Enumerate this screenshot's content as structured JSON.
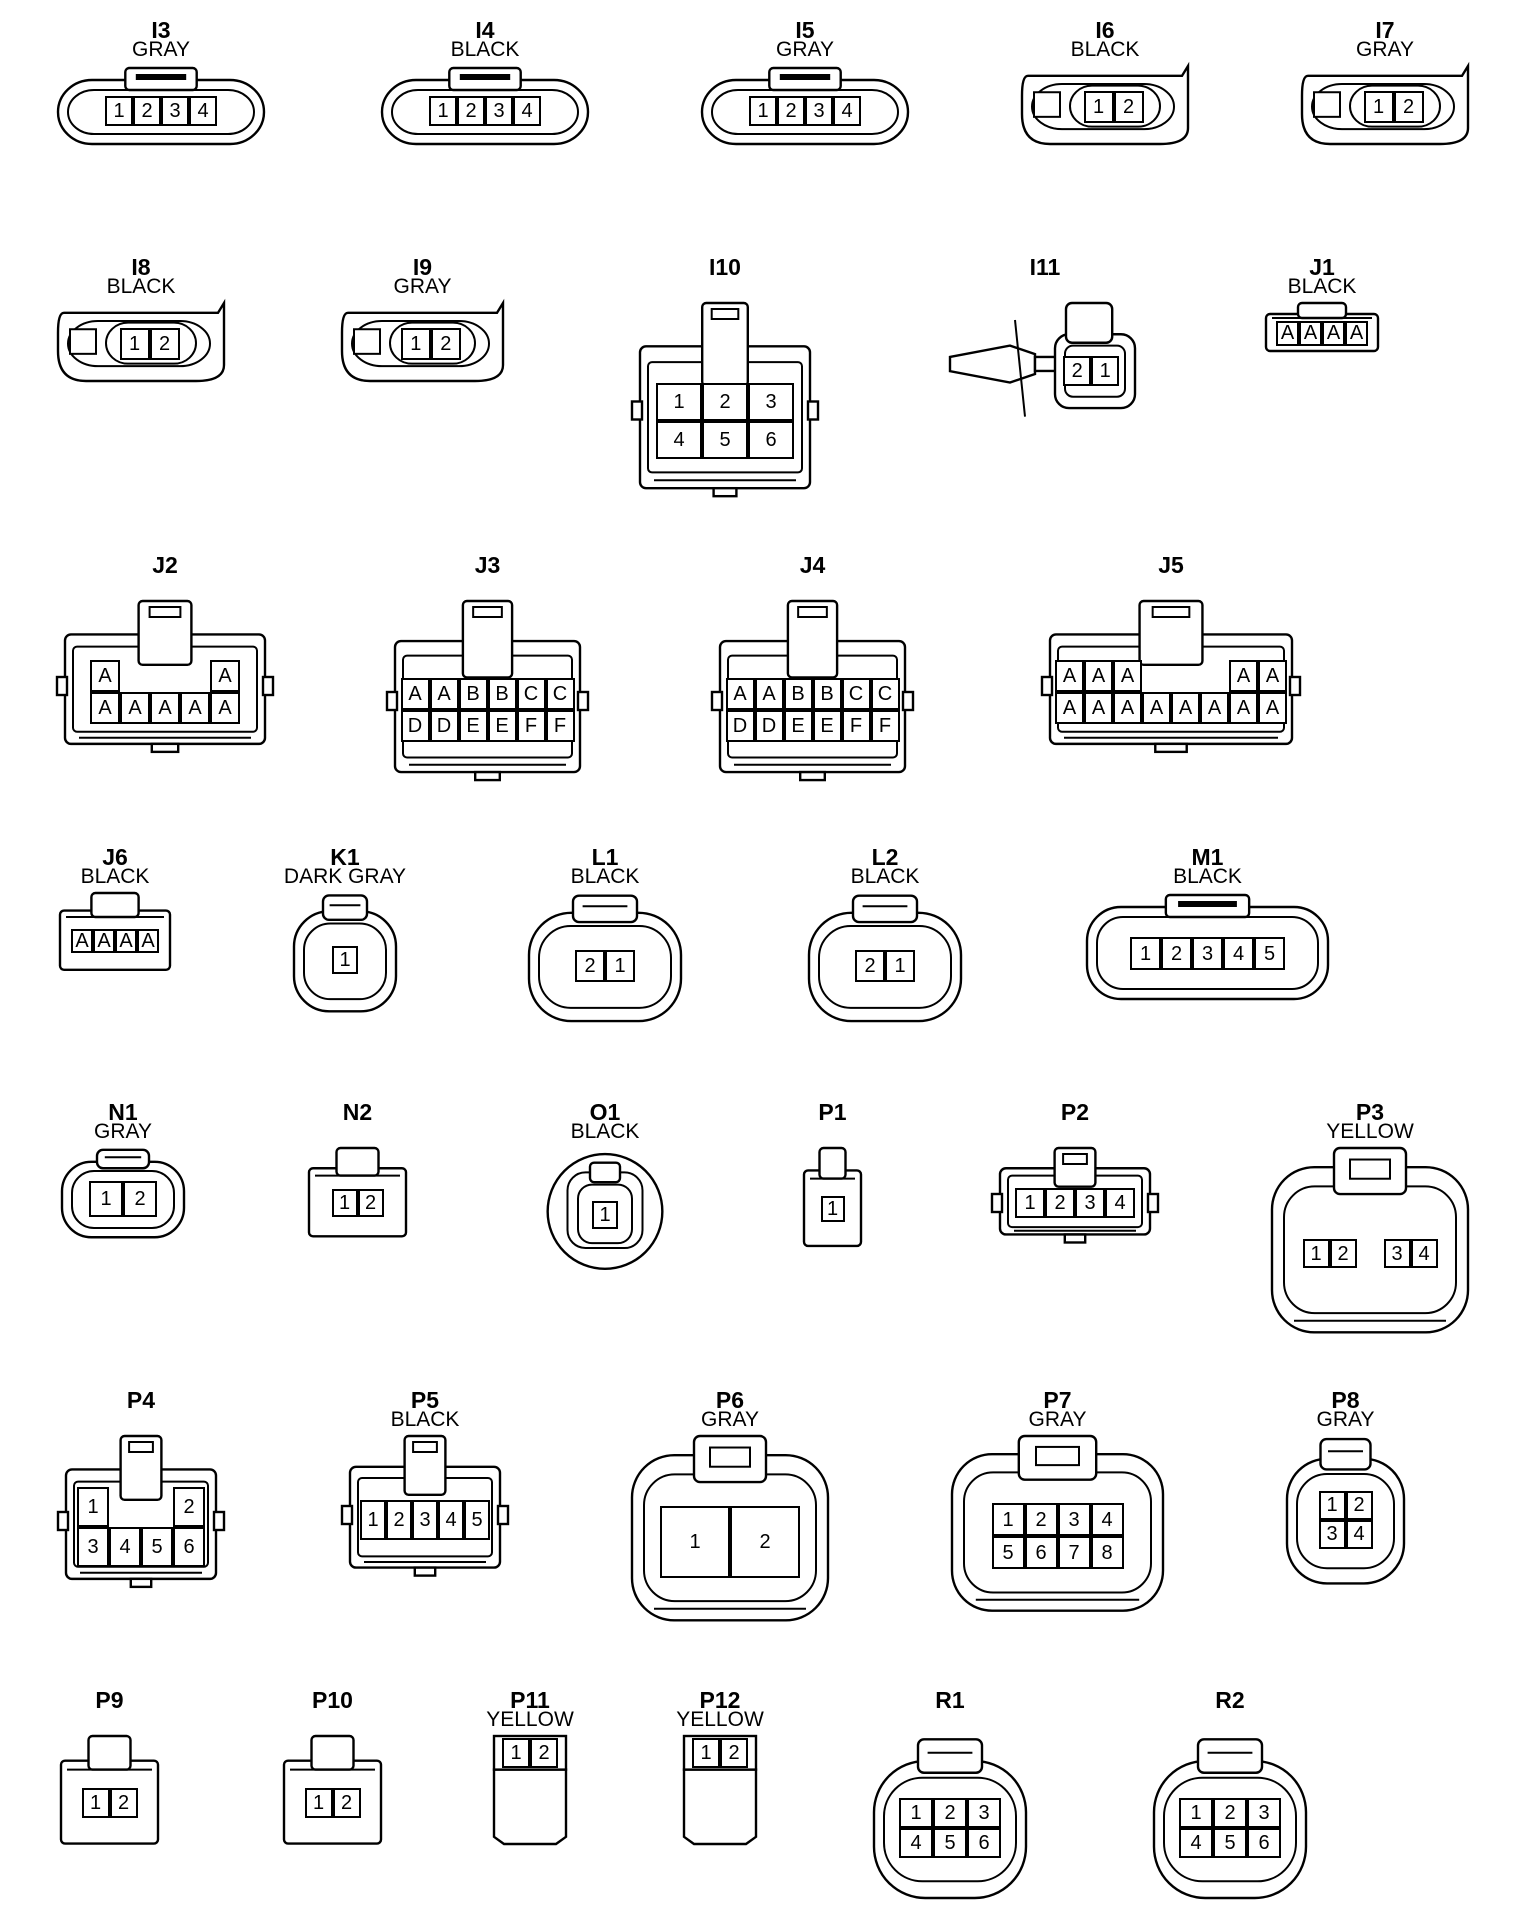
{
  "connectors": [
    {
      "id": "I3",
      "color": "GRAY",
      "pins": [
        [
          "1",
          "2",
          "3",
          "4"
        ]
      ]
    },
    {
      "id": "I4",
      "color": "BLACK",
      "pins": [
        [
          "1",
          "2",
          "3",
          "4"
        ]
      ]
    },
    {
      "id": "I5",
      "color": "GRAY",
      "pins": [
        [
          "1",
          "2",
          "3",
          "4"
        ]
      ]
    },
    {
      "id": "I6",
      "color": "BLACK",
      "pins": [
        [
          "1",
          "2"
        ]
      ]
    },
    {
      "id": "I7",
      "color": "GRAY",
      "pins": [
        [
          "1",
          "2"
        ]
      ]
    },
    {
      "id": "I8",
      "color": "BLACK",
      "pins": [
        [
          "1",
          "2"
        ]
      ]
    },
    {
      "id": "I9",
      "color": "GRAY",
      "pins": [
        [
          "1",
          "2"
        ]
      ]
    },
    {
      "id": "I10",
      "color": "",
      "pins": [
        [
          "1",
          "2",
          "3"
        ],
        [
          "4",
          "5",
          "6"
        ]
      ]
    },
    {
      "id": "I11",
      "color": "",
      "pins": [
        [
          "2",
          "1"
        ]
      ]
    },
    {
      "id": "J1",
      "color": "BLACK",
      "pins": [
        [
          "A",
          "A",
          "A",
          "A"
        ]
      ]
    },
    {
      "id": "J2",
      "color": "",
      "pins": [
        [
          "A",
          "",
          "",
          "",
          "A"
        ],
        [
          "A",
          "A",
          "A",
          "A",
          "A"
        ]
      ]
    },
    {
      "id": "J3",
      "color": "",
      "pins": [
        [
          "A",
          "A",
          "B",
          "B",
          "C",
          "C"
        ],
        [
          "D",
          "D",
          "E",
          "E",
          "F",
          "F"
        ]
      ]
    },
    {
      "id": "J4",
      "color": "",
      "pins": [
        [
          "A",
          "A",
          "B",
          "B",
          "C",
          "C"
        ],
        [
          "D",
          "D",
          "E",
          "E",
          "F",
          "F"
        ]
      ]
    },
    {
      "id": "J5",
      "color": "",
      "pins": [
        [
          "A",
          "A",
          "A",
          "",
          "",
          "",
          "A",
          "A"
        ],
        [
          "A",
          "A",
          "A",
          "A",
          "A",
          "A",
          "A",
          "A"
        ]
      ]
    },
    {
      "id": "J6",
      "color": "BLACK",
      "pins": [
        [
          "A",
          "A",
          "A",
          "A"
        ]
      ]
    },
    {
      "id": "K1",
      "color": "DARK GRAY",
      "pins": [
        [
          "1"
        ]
      ]
    },
    {
      "id": "L1",
      "color": "BLACK",
      "pins": [
        [
          "2",
          "1"
        ]
      ]
    },
    {
      "id": "L2",
      "color": "BLACK",
      "pins": [
        [
          "2",
          "1"
        ]
      ]
    },
    {
      "id": "M1",
      "color": "BLACK",
      "pins": [
        [
          "1",
          "2",
          "3",
          "4",
          "5"
        ]
      ]
    },
    {
      "id": "N1",
      "color": "GRAY",
      "pins": [
        [
          "1",
          "2"
        ]
      ]
    },
    {
      "id": "N2",
      "color": "",
      "pins": [
        [
          "1",
          "2"
        ]
      ]
    },
    {
      "id": "O1",
      "color": "BLACK",
      "pins": [
        [
          "1"
        ]
      ]
    },
    {
      "id": "P1",
      "color": "",
      "pins": [
        [
          "1"
        ]
      ]
    },
    {
      "id": "P2",
      "color": "",
      "pins": [
        [
          "1",
          "2",
          "3",
          "4"
        ]
      ]
    },
    {
      "id": "P3",
      "color": "YELLOW",
      "pins": [
        [
          "1",
          "2",
          "",
          "3",
          "4"
        ]
      ]
    },
    {
      "id": "P4",
      "color": "",
      "pins": [
        [
          "1",
          "",
          "",
          "2"
        ],
        [
          "3",
          "4",
          "5",
          "6"
        ]
      ]
    },
    {
      "id": "P5",
      "color": "BLACK",
      "pins": [
        [
          "1",
          "2",
          "3",
          "4",
          "5"
        ]
      ]
    },
    {
      "id": "P6",
      "color": "GRAY",
      "pins": [
        [
          "1",
          "2"
        ]
      ]
    },
    {
      "id": "P7",
      "color": "GRAY",
      "pins": [
        [
          "1",
          "2",
          "3",
          "4"
        ],
        [
          "5",
          "6",
          "7",
          "8"
        ]
      ]
    },
    {
      "id": "P8",
      "color": "GRAY",
      "pins": [
        [
          "1",
          "2"
        ],
        [
          "3",
          "4"
        ]
      ]
    },
    {
      "id": "P9",
      "color": "",
      "pins": [
        [
          "1",
          "2"
        ]
      ]
    },
    {
      "id": "P10",
      "color": "",
      "pins": [
        [
          "1",
          "2"
        ]
      ]
    },
    {
      "id": "P11",
      "color": "YELLOW",
      "pins": [
        [
          "1",
          "2"
        ]
      ]
    },
    {
      "id": "P12",
      "color": "YELLOW",
      "pins": [
        [
          "1",
          "2"
        ]
      ]
    },
    {
      "id": "R1",
      "color": "",
      "pins": [
        [
          "1",
          "2",
          "3"
        ],
        [
          "4",
          "5",
          "6"
        ]
      ]
    },
    {
      "id": "R2",
      "color": "",
      "pins": [
        [
          "1",
          "2",
          "3"
        ],
        [
          "4",
          "5",
          "6"
        ]
      ]
    }
  ]
}
